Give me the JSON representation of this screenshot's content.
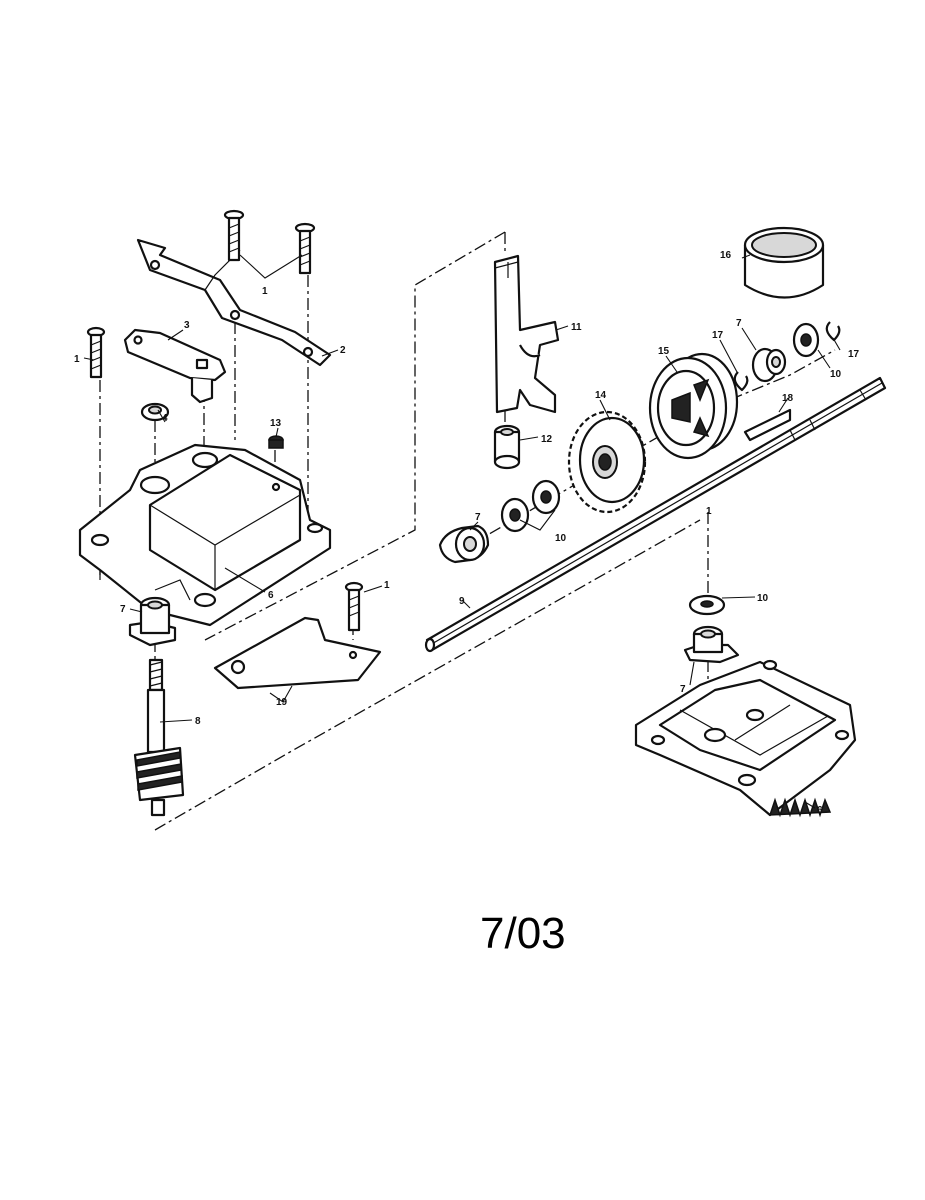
{
  "diagram": {
    "date_label": "7/03",
    "callouts": {
      "screw_top": "1",
      "screw_left": "1",
      "screw_lower": "1",
      "shaft_dash": "1",
      "bracket": "2",
      "lever": "3",
      "washer_left": "4",
      "case_upper": "6",
      "case_lower": "6",
      "bushing_left": "7",
      "bushing_mid": "7",
      "bushing_right": "7",
      "bushing_lower": "7",
      "worm_shaft": "8",
      "axle": "9",
      "washer_mid": "10",
      "washer_right": "10",
      "washer_lower": "10",
      "shift_fork": "11",
      "spacer": "12",
      "plug": "13",
      "gear": "14",
      "clutch_cone": "15",
      "clutch_cup": "16",
      "retainer_a": "17",
      "retainer_b": "17",
      "key": "18",
      "plate": "19"
    }
  }
}
